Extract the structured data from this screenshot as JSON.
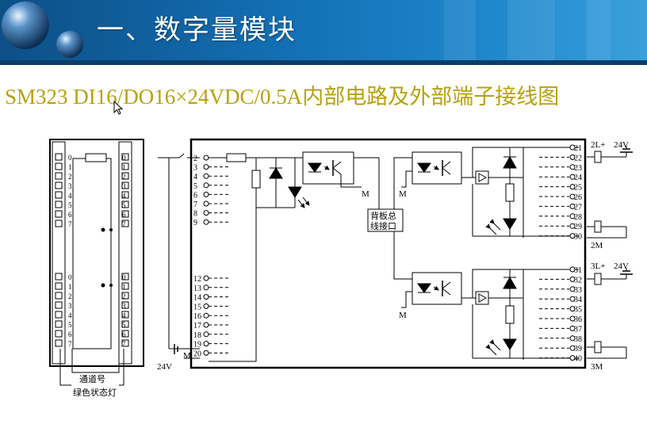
{
  "header": {
    "title": "一、数字量模块"
  },
  "subtitle": "SM323 DI16/DO16×24VDC/0.5A内部电路及外部端子接线图",
  "module": {
    "channels": [
      "0",
      "1",
      "2",
      "3",
      "4",
      "5",
      "6",
      "7"
    ],
    "legend_channel": "通道号",
    "legend_led": "绿色状态灯"
  },
  "diagram": {
    "terminals_in_top": [
      "2",
      "3",
      "4",
      "5",
      "6",
      "7",
      "8",
      "9"
    ],
    "terminals_in_bottom": [
      "12",
      "13",
      "14",
      "15",
      "16",
      "17",
      "18",
      "19",
      "20"
    ],
    "terminals_out_top": [
      "21",
      "22",
      "23",
      "24",
      "25",
      "26",
      "27",
      "28",
      "29",
      "30"
    ],
    "terminals_out_bottom": [
      "31",
      "32",
      "33",
      "34",
      "35",
      "36",
      "37",
      "38",
      "39",
      "40"
    ],
    "label_24v_left": "24V",
    "label_m": "M",
    "label_bus_line1": "背板总",
    "label_bus_line2": "线接口",
    "label_2l": "2L+",
    "label_3l": "3L+",
    "label_24v": "24V",
    "label_2m": "2M",
    "label_3m": "3M"
  },
  "colors": {
    "banner": "#1370b5",
    "title_text": "#ffffff",
    "subtitle_text": "#b7a20b",
    "led_green": "#2f9e3a"
  }
}
